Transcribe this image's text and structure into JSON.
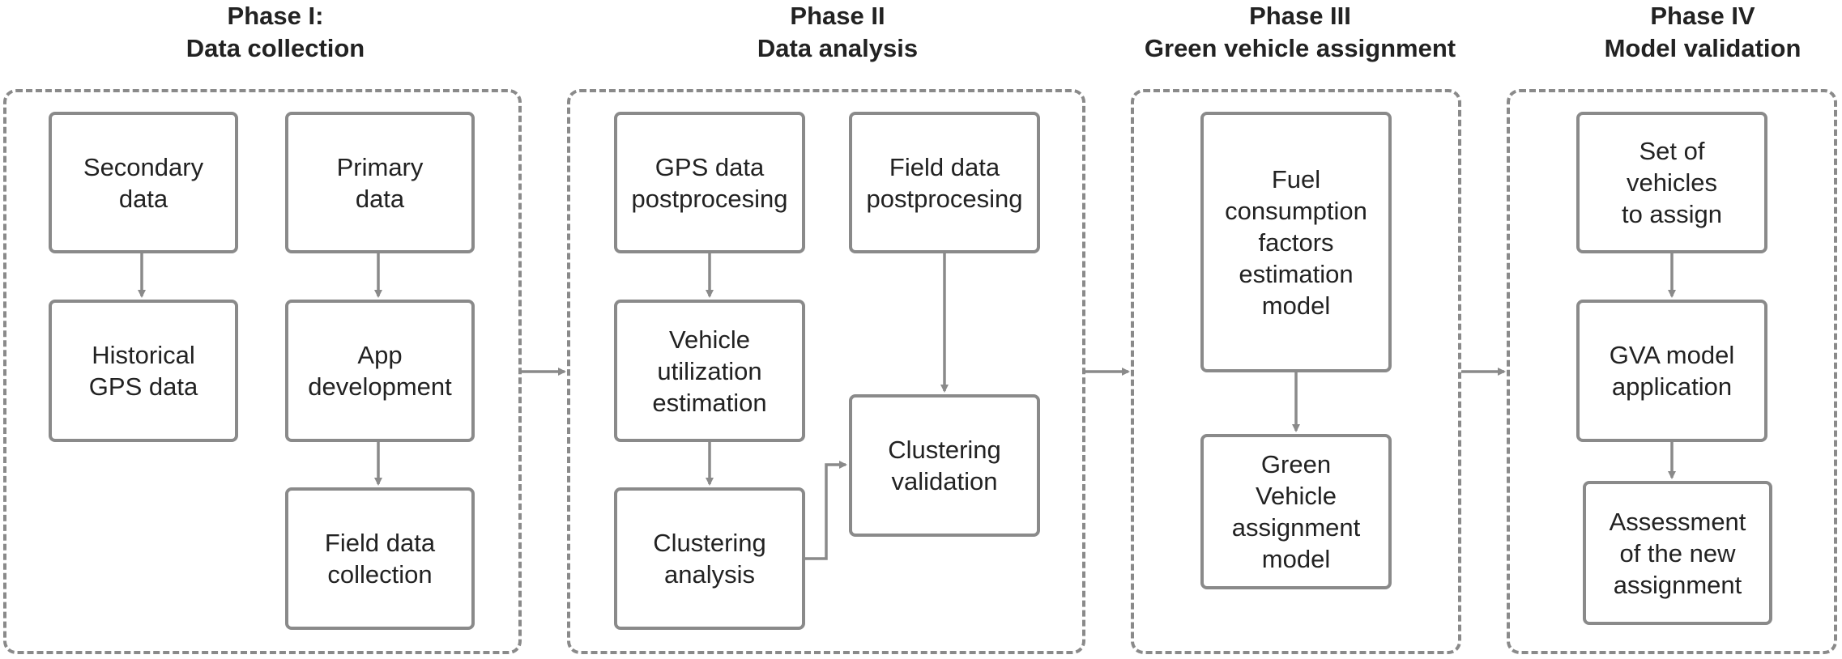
{
  "phases": [
    {
      "title_lines": [
        "Phase I:",
        "Data collection"
      ]
    },
    {
      "title_lines": [
        "Phase II",
        "Data analysis"
      ]
    },
    {
      "title_lines": [
        "Phase III",
        "Green vehicle assignment"
      ]
    },
    {
      "title_lines": [
        "Phase IV",
        "Model validation"
      ]
    }
  ],
  "boxes": {
    "secondary_data": [
      "Secondary",
      "data"
    ],
    "historical_gps": [
      "Historical",
      "GPS data"
    ],
    "primary_data": [
      "Primary",
      "data"
    ],
    "app_development": [
      "App",
      "development"
    ],
    "field_data_collection": [
      "Field data",
      "collection"
    ],
    "gps_postprocessing": [
      "GPS data",
      "postprocesing"
    ],
    "vehicle_utilization": [
      "Vehicle",
      "utilization",
      "estimation"
    ],
    "clustering_analysis": [
      "Clustering",
      "analysis"
    ],
    "field_postprocessing": [
      "Field data",
      "postprocesing"
    ],
    "clustering_validation": [
      "Clustering",
      "validation"
    ],
    "fuel_consumption": [
      "Fuel",
      "consumption",
      "factors",
      "estimation",
      "model"
    ],
    "green_vehicle_model": [
      "Green",
      "Vehicle",
      "assignment",
      "model"
    ],
    "set_of_vehicles": [
      "Set of",
      "vehicles",
      "to assign"
    ],
    "gva_application": [
      "GVA model",
      "application"
    ],
    "assessment": [
      "Assessment",
      "of the new",
      "assignment"
    ]
  },
  "colors": {
    "line": "#8a8a8a",
    "text": "#222222"
  }
}
